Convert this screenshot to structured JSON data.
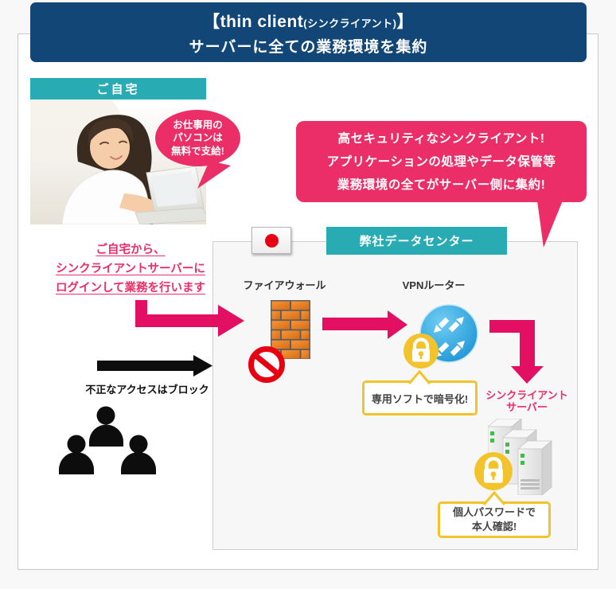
{
  "header": {
    "title_main": "【thin client",
    "title_kana": "(シンクライアント)",
    "title_close": "】",
    "subtitle": "サーバーに全ての業務環境を集約"
  },
  "home": {
    "label": "ご自宅",
    "bubble": {
      "line1": "お仕事用の",
      "line2": "パソコンは",
      "line3": "無料で支給!"
    }
  },
  "highlight": {
    "line1": "高セキュリティなシンクライアント!",
    "line2": "アプリケーションの処理やデータ保管等",
    "line3": "業務環境の全てがサーバー側に集約!"
  },
  "login_note": {
    "line1": "ご自宅から、",
    "line2": "シンクライアントサーバーに",
    "line3": "ログインして業務を行います"
  },
  "datacenter": {
    "label": "弊社データセンター",
    "firewall_label": "ファイアウォール",
    "vpn_label": "VPNルーター",
    "encrypt_note": "専用ソフトで暗号化!",
    "server_label": {
      "line1": "シンクライアント",
      "line2": "サーバー"
    },
    "password_note": {
      "line1": "個人パスワードで",
      "line2": "本人確認!"
    }
  },
  "access": {
    "block_note": "不正なアクセスはブロック"
  },
  "icons": {
    "japan-flag-icon": "red circle on white flag",
    "firewall-icon": "orange brick wall",
    "no-entry-icon": "red prohibition circle with slash",
    "vpn-router-icon": "blue circle with four white arrows",
    "encryption-lock-icon": "white padlock on yellow circle",
    "password-lock-icon": "white padlock on yellow circle",
    "thin-client-server-icon": "three gray server towers",
    "attackers-icon": "three black person silhouettes"
  },
  "colors": {
    "navy": "#114677",
    "teal": "#29abb4",
    "pink": "#ec2e68",
    "arrow_pink": "#e30f63",
    "yellow": "#f2c32b",
    "red": "#e60012",
    "brick_orange": "#e8791f",
    "router_blue": "#2da0dc"
  }
}
